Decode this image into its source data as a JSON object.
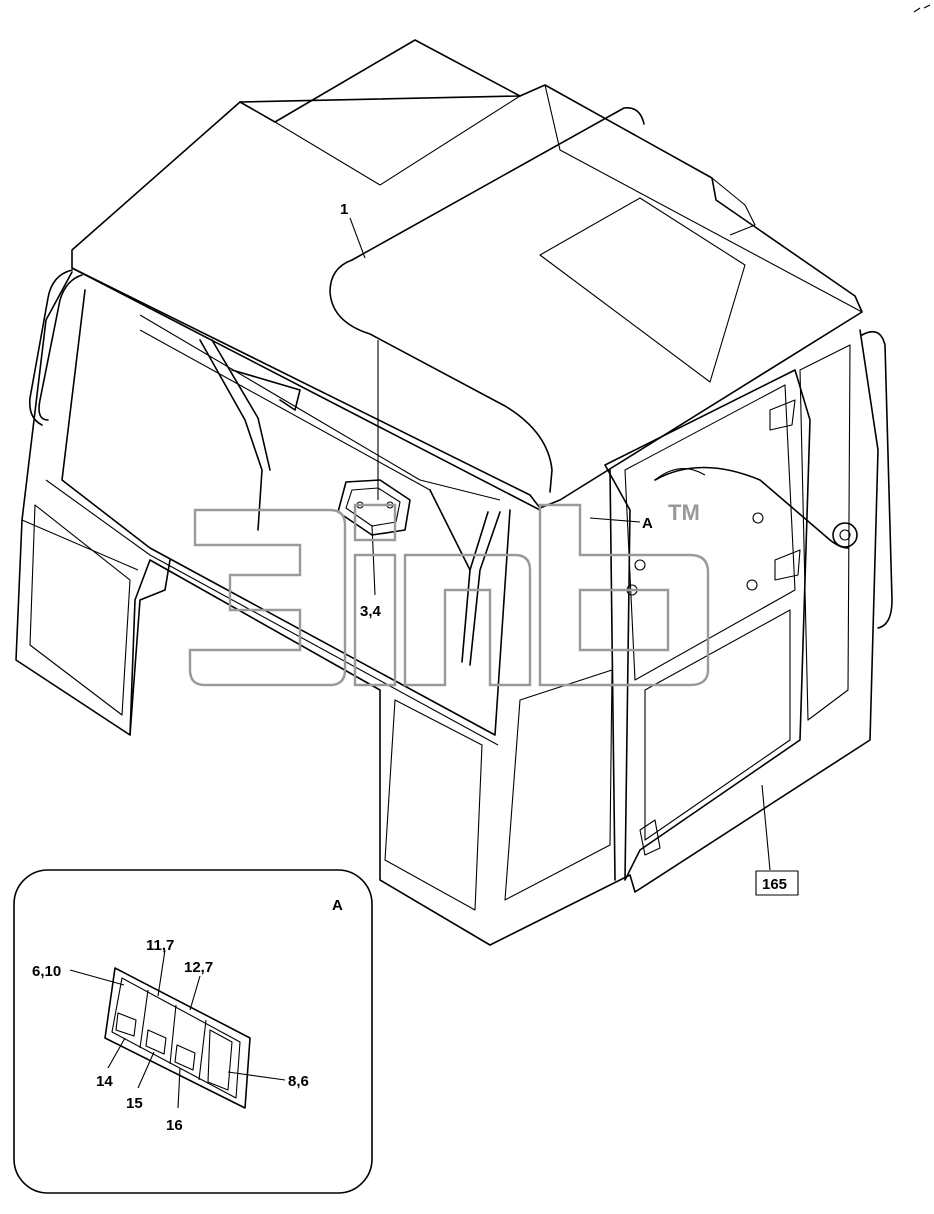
{
  "watermark": {
    "trademark": "TM",
    "color": "#9a9a9a"
  },
  "callouts": {
    "roof": "1",
    "switch_panel": "3,4",
    "detail_ref": "A",
    "cab_assembly": "165"
  },
  "detail": {
    "title": "A",
    "labels": {
      "a": "6,10",
      "b": "11,7",
      "c": "12,7",
      "d": "8,6",
      "e": "14",
      "f": "15",
      "g": "16"
    }
  },
  "colors": {
    "line": "#000000",
    "background": "#ffffff"
  }
}
